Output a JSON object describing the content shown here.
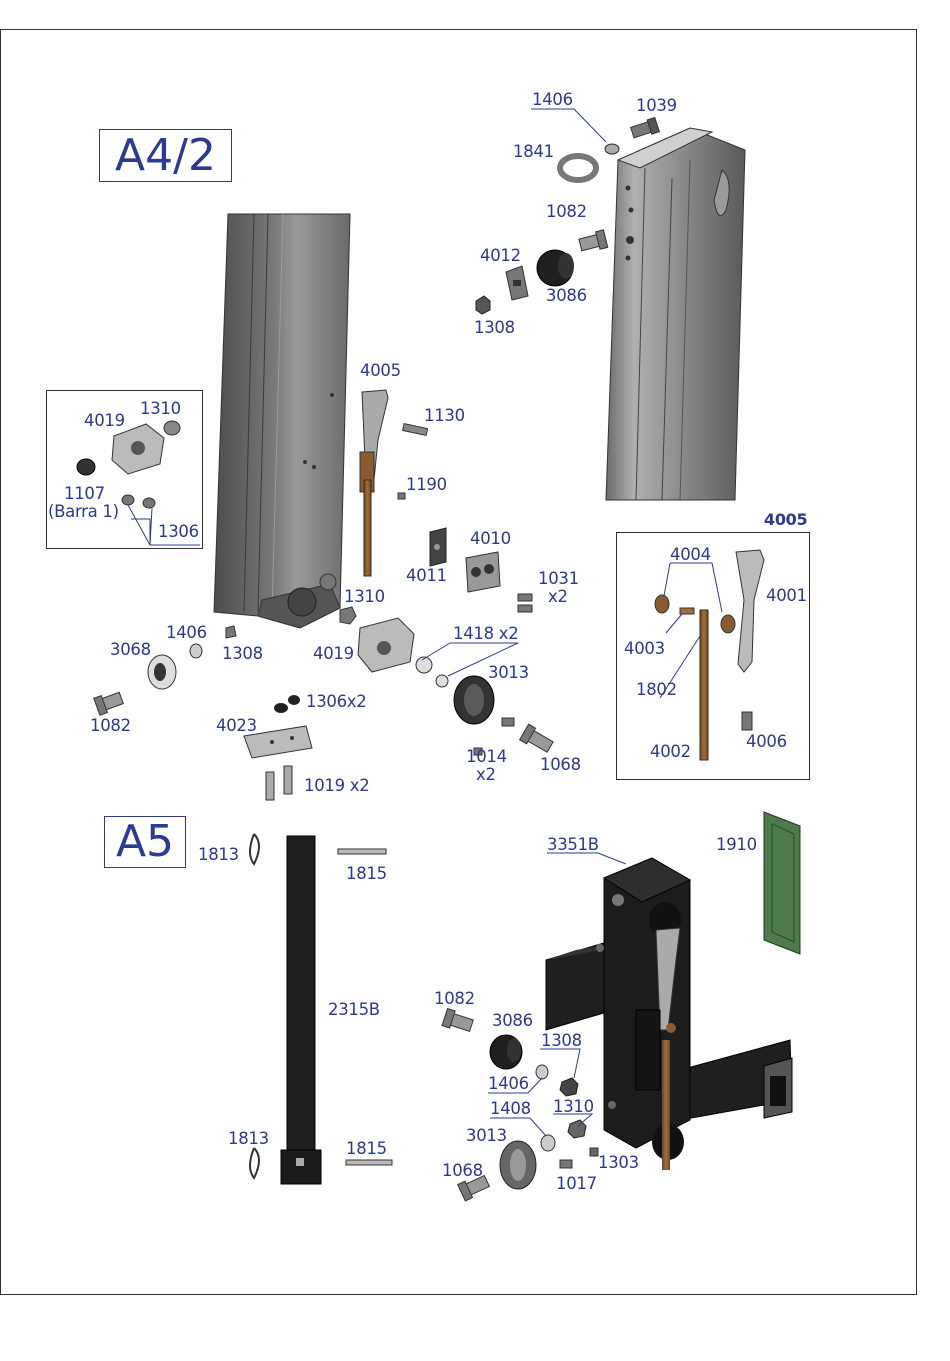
{
  "sections": {
    "a4_2": "A4/2",
    "a5": "A5"
  },
  "detail_4005_title": "4005",
  "labels": {
    "l1406a": "1406",
    "l1039": "1039",
    "l1841": "1841",
    "l1082a": "1082",
    "l4012": "4012",
    "l3086a": "3086",
    "l1308a": "1308",
    "l4005": "4005",
    "l1130": "1130",
    "l1190": "1190",
    "l4019a": "4019",
    "l1310a": "1310",
    "l1107": "1107",
    "l_barra": "(Barra 1)",
    "l1306a": "1306",
    "l4011": "4011",
    "l4010": "4010",
    "l1031": "1031",
    "l1031x": "x2",
    "l1310b": "1310",
    "l4019b": "4019",
    "l1418": "1418 x2",
    "l1406b": "1406",
    "l3068": "3068",
    "l1308b": "1308",
    "l1082b": "1082",
    "l1306x2": "1306x2",
    "l4023": "4023",
    "l3013a": "3013",
    "l1014": "1014",
    "l1014x": "x2",
    "l1068a": "1068",
    "l1019": "1019 x2",
    "l4004": "4004",
    "l4001": "4001",
    "l4003": "4003",
    "l1802": "1802",
    "l4002": "4002",
    "l4006": "4006",
    "l1813a": "1813",
    "l1815a": "1815",
    "l2315b": "2315B",
    "l1813b": "1813",
    "l1815b": "1815",
    "l3351b": "3351B",
    "l1910": "1910",
    "l1082c": "1082",
    "l3086b": "3086",
    "l1308c": "1308",
    "l1406c": "1406",
    "l1408": "1408",
    "l1310c": "1310",
    "l3013b": "3013",
    "l1303": "1303",
    "l1068b": "1068",
    "l1017": "1017"
  },
  "colors": {
    "label_blue": "#2c3a8f",
    "steel_dark": "#5e5e5e",
    "steel_mid": "#8a8a8a",
    "steel_light": "#b4b4b4",
    "black_part": "#222222",
    "bronze": "#8a5a30",
    "green_plate": "#4e7a4c"
  }
}
